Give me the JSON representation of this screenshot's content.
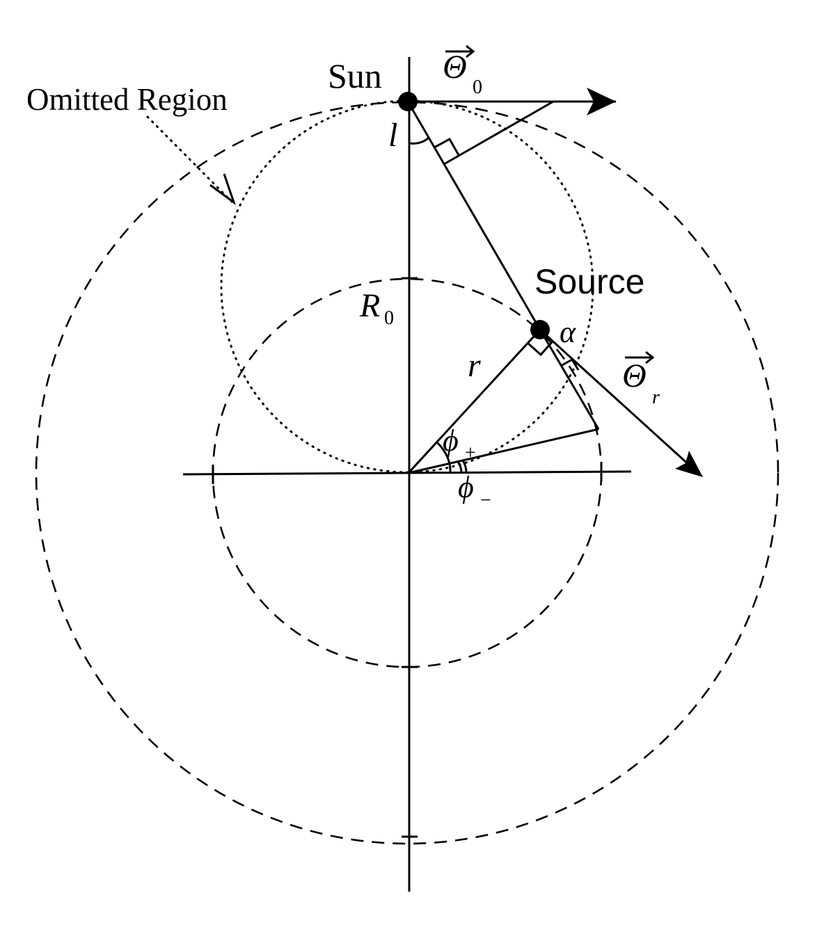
{
  "labels": {
    "sun": "Sun",
    "source": "Source",
    "omitted_region": "Omitted Region",
    "theta0_symbol": "Θ",
    "theta0_subscript": "0",
    "thetar_symbol": "Θ",
    "thetar_subscript": "r",
    "l": "l",
    "alpha": "α",
    "r": "r",
    "R0_symbol": "R",
    "R0_subscript": "0",
    "phi_plus_symbol": "ϕ",
    "phi_plus_subscript": "+",
    "phi_minus_symbol": "ϕ",
    "phi_minus_subscript": "−"
  },
  "colors": {
    "stroke": "#000000",
    "background": "#ffffff"
  }
}
